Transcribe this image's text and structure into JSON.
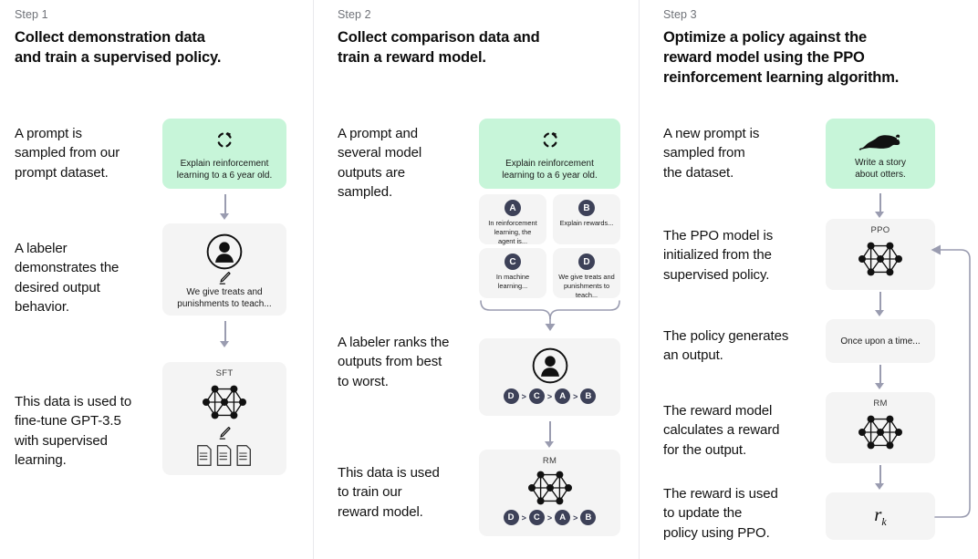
{
  "diagram": {
    "title_implicit": "RLHF three-step training diagram",
    "accent_green": "#c7f5d9",
    "accent_grey": "#f4f4f4",
    "accent_chip": "#3d4158",
    "arrow_color": "#9a9cb0"
  },
  "step1": {
    "label": "Step 1",
    "title": "Collect demonstration data\nand train a supervised policy.",
    "captions": [
      "A prompt is\nsampled from our\nprompt dataset.",
      "A labeler\ndemonstrates the\ndesired output\nbehavior.",
      "This data is used to\nfine-tune GPT-3.5\nwith supervised\nlearning."
    ],
    "prompt_box": {
      "icon": "refresh-dashed-icon",
      "text": "Explain reinforcement\nlearning to a 6 year old."
    },
    "labeler_box": {
      "icons": [
        "person-icon",
        "pencil-icon"
      ],
      "text": "We give treats and\npunishments to teach..."
    },
    "sft_box": {
      "title": "SFT",
      "icons": [
        "neural-network-icon",
        "pencil-icon",
        "documents-icon"
      ]
    }
  },
  "step2": {
    "label": "Step 2",
    "title": "Collect comparison data and\ntrain a reward model.",
    "captions": [
      "A prompt and\nseveral model\noutputs are\nsampled.",
      "A labeler ranks the\noutputs from best\nto worst.",
      "This data is used\nto train our\nreward model."
    ],
    "prompt_box": {
      "icon": "refresh-dashed-icon",
      "text": "Explain reinforcement\nlearning to a 6 year old."
    },
    "outputs": [
      {
        "badge": "A",
        "text": "In reinforcement\nlearning, the\nagent is..."
      },
      {
        "badge": "B",
        "text": "Explain rewards..."
      },
      {
        "badge": "C",
        "text": "In machine\nlearning..."
      },
      {
        "badge": "D",
        "text": "We give treats and\npunishments to\nteach..."
      }
    ],
    "ranking_box": {
      "icon": "person-icon",
      "ranking": [
        "D",
        "C",
        "A",
        "B"
      ],
      "separator": ">"
    },
    "rm_box": {
      "title": "RM",
      "icon": "neural-network-icon",
      "ranking": [
        "D",
        "C",
        "A",
        "B"
      ],
      "separator": ">"
    }
  },
  "step3": {
    "label": "Step 3",
    "title": "Optimize a policy against the\nreward model using the PPO\nreinforcement learning algorithm.",
    "captions": [
      "A new prompt is\nsampled from\nthe dataset.",
      "The PPO model is\ninitialized from the\nsupervised policy.",
      "The policy generates\nan output.",
      "The reward model\ncalculates a reward\nfor the output.",
      "The reward is used\nto update the\npolicy using PPO."
    ],
    "prompt_box": {
      "icon": "otter-icon",
      "text": "Write a story\nabout otters."
    },
    "ppo_box": {
      "title": "PPO",
      "icon": "neural-network-icon"
    },
    "output_box": {
      "text": "Once upon a time..."
    },
    "rm_box": {
      "title": "RM",
      "icon": "neural-network-icon"
    },
    "reward_box": {
      "symbol": "r",
      "subscript": "k"
    }
  }
}
